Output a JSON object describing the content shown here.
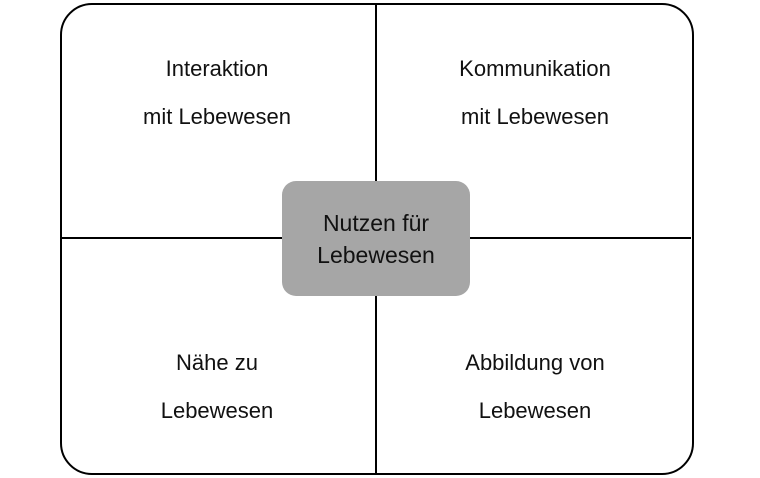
{
  "center": {
    "line1": "Nutzen für",
    "line2": "Lebewesen"
  },
  "quadrants": {
    "top_left": {
      "line1": "Interaktion",
      "line2": "mit Lebewesen"
    },
    "top_right": {
      "line1": "Kommunikation",
      "line2": "mit Lebewesen"
    },
    "bottom_left": {
      "line1": "Nähe zu",
      "line2": "Lebewesen"
    },
    "bottom_right": {
      "line1": "Abbildung von",
      "line2": "Lebewesen"
    }
  },
  "colors": {
    "center_fill": "#a6a6a6",
    "lines": "#000000"
  }
}
